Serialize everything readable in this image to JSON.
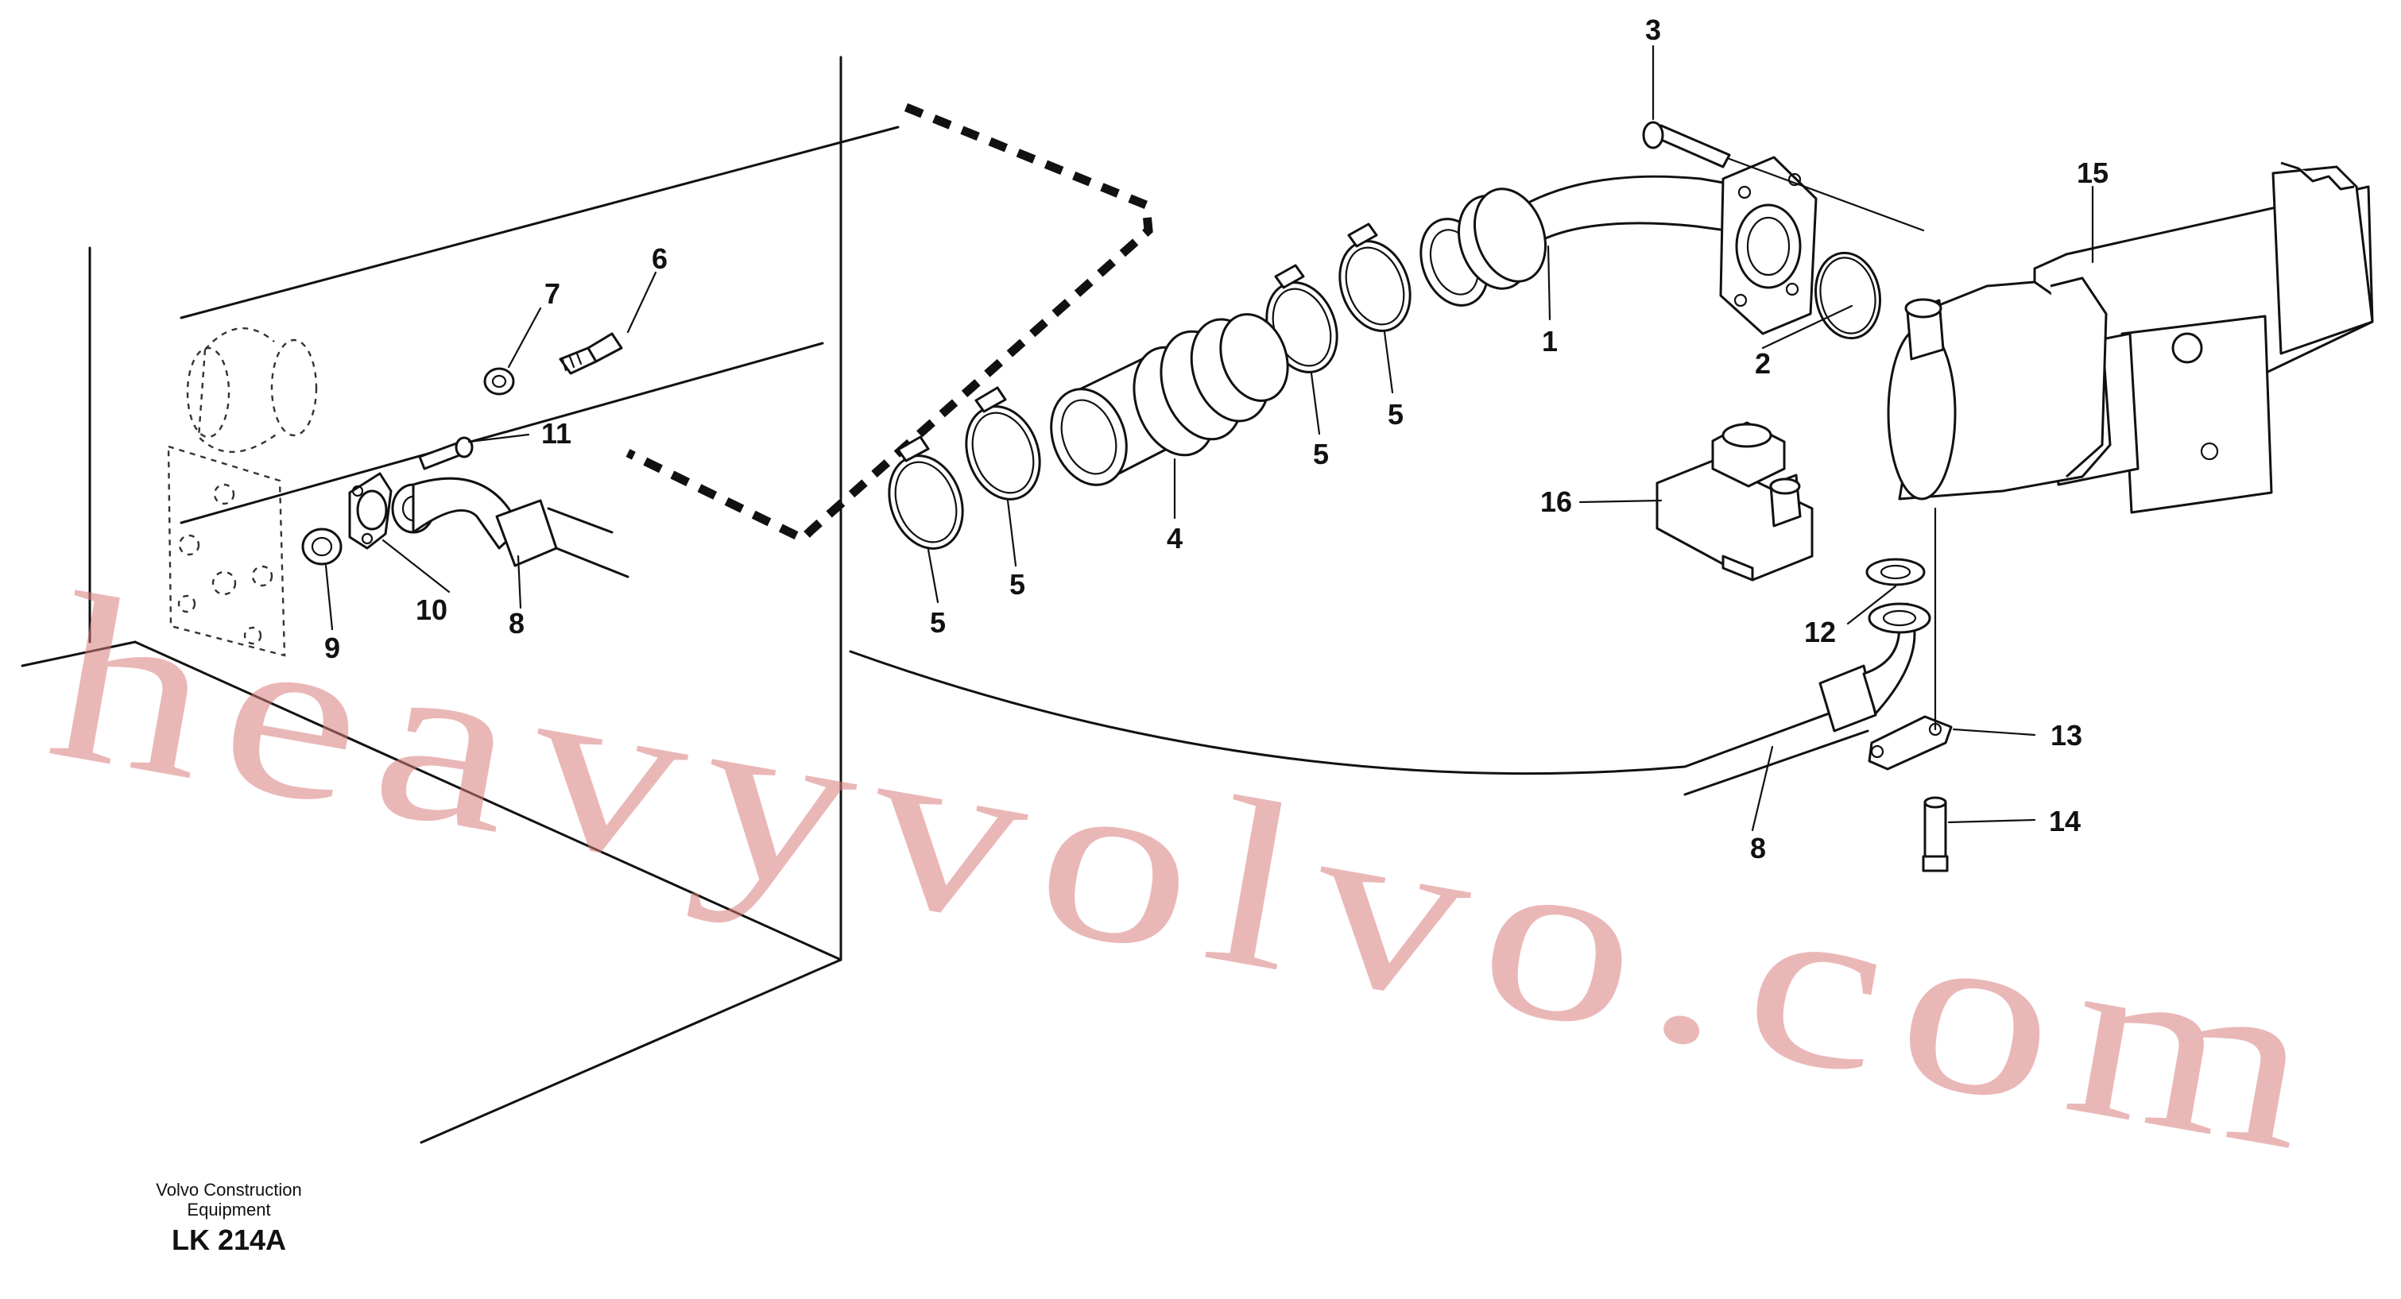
{
  "callouts": {
    "c1": "1",
    "c2": "2",
    "c3": "3",
    "c4": "4",
    "c5a": "5",
    "c5b": "5",
    "c5c": "5",
    "c5d": "5",
    "c6": "6",
    "c7": "7",
    "c8a": "8",
    "c8b": "8",
    "c9": "9",
    "c10": "10",
    "c11": "11",
    "c12": "12",
    "c13": "13",
    "c14": "14",
    "c15": "15",
    "c16": "16"
  },
  "caption": {
    "line1": "Volvo Construction",
    "line2": "Equipment",
    "code": "LK 214A"
  },
  "watermark": "heavyvolvo.com"
}
